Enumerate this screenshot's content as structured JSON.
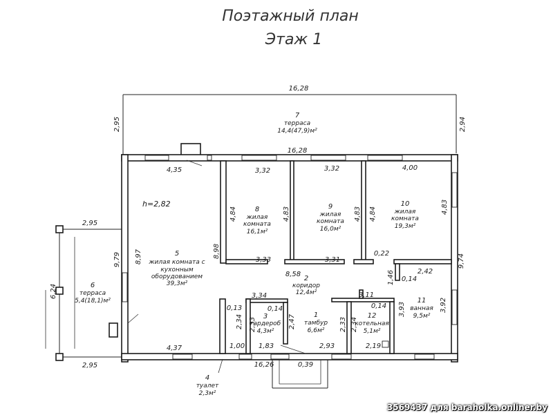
{
  "title": {
    "line1": "Поэтажный план",
    "line2": "Этаж 1"
  },
  "ceiling_height": "h=2,82",
  "watermark": "3569437 для baraholka.onliner.by",
  "rooms": {
    "r1": {
      "num": "1",
      "name": "тамбур",
      "area": "6,6м²"
    },
    "r2": {
      "num": "2",
      "name": "коридор",
      "area": "12,4м²"
    },
    "r3": {
      "num": "3",
      "name": "гардероб",
      "area": "4,3м²"
    },
    "r4": {
      "num": "4",
      "name": "туалет",
      "area": "2,3м²"
    },
    "r5": {
      "num": "5",
      "name1": "жилая комната с",
      "name2": "кухонным",
      "name3": "оборудованием",
      "area": "39,3м²"
    },
    "r6": {
      "num": "6",
      "name": "терраса",
      "area": "5,4(18,1)м²"
    },
    "r7": {
      "num": "7",
      "name": "терраса",
      "area": "14,4(47,9)м²"
    },
    "r8": {
      "num": "8",
      "name1": "жилая",
      "name2": "комната",
      "area": "16,1м²"
    },
    "r9": {
      "num": "9",
      "name1": "жилая",
      "name2": "комната",
      "area": "16,0м²"
    },
    "r10": {
      "num": "10",
      "name1": "жилая",
      "name2": "комната",
      "area": "19,3м²"
    },
    "r11": {
      "num": "11",
      "name": "ванная",
      "area": "9,5м²"
    },
    "r12": {
      "num": "12",
      "name": "котельная",
      "area": "5,1м²"
    }
  },
  "dims": {
    "top_overall": "16,28",
    "terrace_left": "2,95",
    "terrace_right": "2,94",
    "wall_top": "16,28",
    "d435": "4,35",
    "d332a": "3,32",
    "d332b": "3,32",
    "d400": "4,00",
    "d484a": "4,84",
    "d483a": "4,83",
    "d483b": "4,83",
    "d484b": "4,84",
    "d483c": "4,83",
    "d295top": "2,95",
    "d295bot": "2,95",
    "d624": "6,24",
    "d979": "9,79",
    "d897": "8,97",
    "d898": "8,98",
    "d333": "3,33",
    "d331": "3,31",
    "d022": "0,22",
    "d858": "8,58",
    "d974": "9,74",
    "d146": "1,46",
    "d242": "2,42",
    "d014a": "0,14",
    "d334": "3,34",
    "d013": "0,13",
    "d014b": "0,14",
    "d311": "3,11",
    "d014c": "0,14",
    "d393": "3,93",
    "d392": "3,92",
    "d234a": "2,34",
    "d233a": "2,33",
    "d247": "2,47",
    "d233b": "2,33",
    "d234b": "2,34",
    "d437": "4,37",
    "d100": "1,00",
    "d183": "1,83",
    "d293": "2,93",
    "d219": "2,19",
    "d1626": "16,26",
    "d039": "0,39"
  }
}
